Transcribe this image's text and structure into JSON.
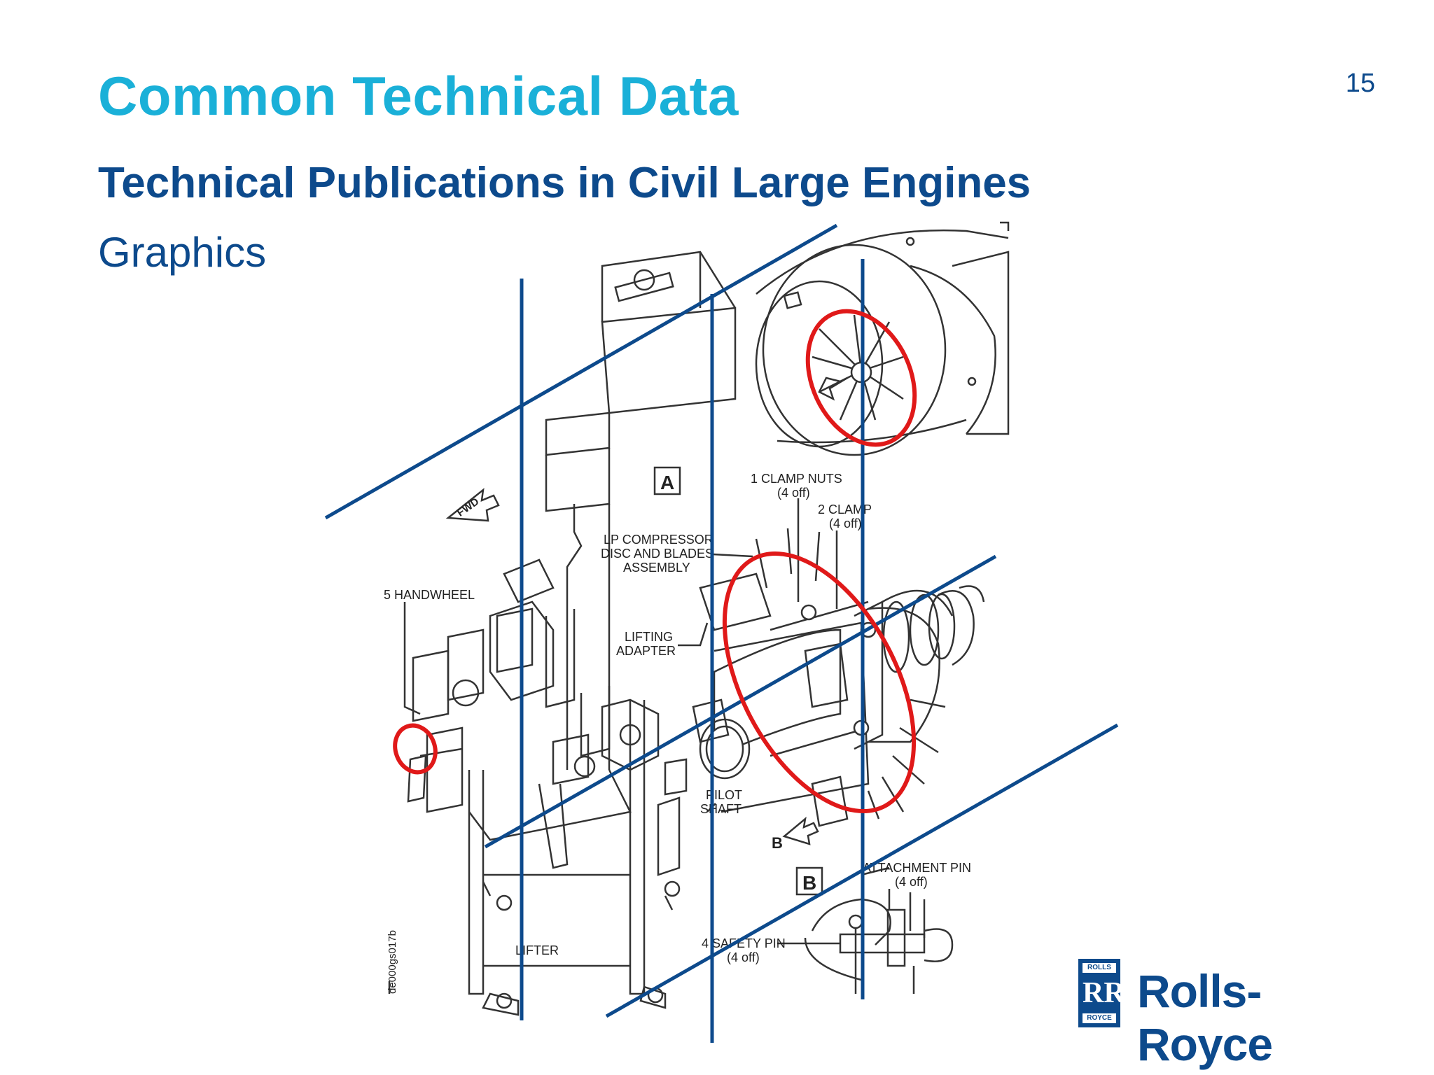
{
  "slide": {
    "title": "Common Technical Data",
    "number": "15",
    "subtitle": "Technical Publications in Civil Large Engines",
    "section": "Graphics"
  },
  "diagram": {
    "labels": {
      "view_a": "A",
      "view_b": "B",
      "arrow_b": "B",
      "fwd": "FWD",
      "clamp_nuts_1": "1 CLAMP NUTS",
      "clamp_nuts_2": "(4 off)",
      "clamp_1": "2 CLAMP",
      "clamp_2": "(4 off)",
      "lp_1": "LP COMPRESSOR",
      "lp_2": "DISC AND BLADES",
      "lp_3": "ASSEMBLY",
      "handwheel": "5 HANDWHEEL",
      "lifting_1": "LIFTING",
      "lifting_2": "ADAPTER",
      "pilot_1": "PILOT",
      "pilot_2": "SHAFT",
      "attach_1": "ATTACHMENT PIN",
      "attach_2": "(4 off)",
      "safety_1": "4 SAFETY PIN",
      "safety_2": "(4 off)",
      "lifter": "LIFTER",
      "drawing_id": "de000gs017b"
    }
  },
  "logo": {
    "badge_top": "ROLLS",
    "badge_mono": "RR",
    "badge_bottom": "ROYCE",
    "wordmark": "Rolls-Royce"
  },
  "colors": {
    "title": "#1ab0d8",
    "text": "#0d4a8c",
    "guide_lines": "#0d4a8c",
    "highlight": "#e01919"
  }
}
